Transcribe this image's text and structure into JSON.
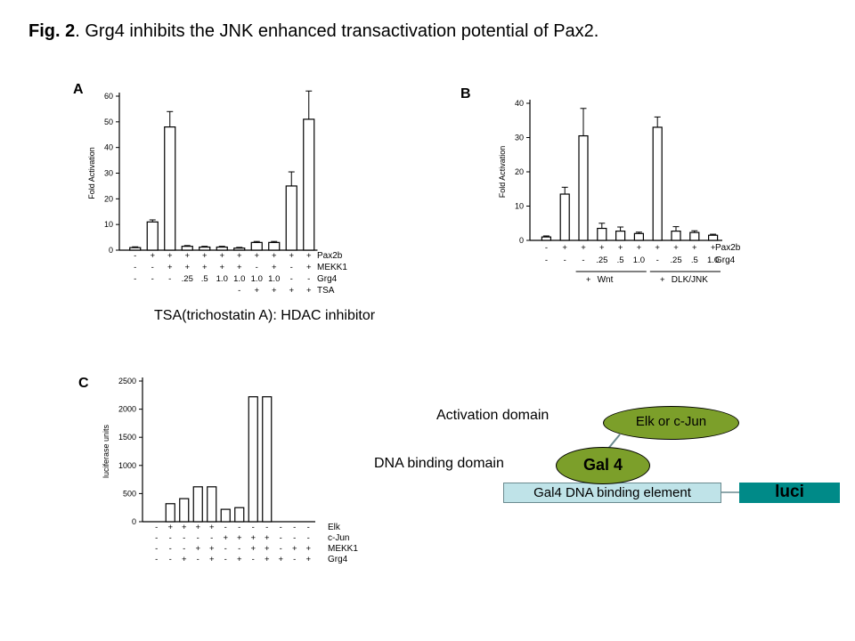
{
  "title": {
    "bold": "Fig. 2",
    "rest": ". Grg4 inhibits the JNK enhanced transactivation potential of Pax2."
  },
  "tsa_note": "TSA(trichostatin A): HDAC inhibitor",
  "chart_data": [
    {
      "panel": "A",
      "type": "bar",
      "ylabel": "Fold Activation",
      "ylim": [
        0,
        60
      ],
      "yticks": [
        0,
        10,
        20,
        30,
        40,
        50,
        60
      ],
      "values": [
        1,
        11,
        48,
        1.5,
        1.2,
        1.2,
        0.8,
        3,
        3,
        25,
        51
      ],
      "errors": [
        0.3,
        0.8,
        6,
        0.3,
        0.3,
        0.3,
        0.3,
        0.4,
        0.4,
        5.5,
        11
      ],
      "rows": [
        {
          "label": "Pax2b",
          "marks": [
            "-",
            "+",
            "+",
            "+",
            "+",
            "+",
            "+",
            "+",
            "+",
            "+",
            "+"
          ]
        },
        {
          "label": "MEKK1",
          "marks": [
            "-",
            "-",
            "+",
            "+",
            "+",
            "+",
            "+",
            "-",
            "+",
            "-",
            "+"
          ]
        },
        {
          "label": "Grg4",
          "marks": [
            "-",
            "-",
            "-",
            ".25",
            ".5",
            "1.0",
            "1.0",
            "1.0",
            "1.0",
            "-",
            "-"
          ]
        },
        {
          "label": "TSA",
          "marks": [
            "",
            "",
            "",
            "",
            "",
            "",
            "-",
            "+",
            "+",
            "+",
            "+"
          ]
        }
      ]
    },
    {
      "panel": "B",
      "type": "bar",
      "ylabel": "Fold Activation",
      "ylim": [
        0,
        40
      ],
      "yticks": [
        0,
        10,
        20,
        30,
        40
      ],
      "values": [
        1,
        13.5,
        30.5,
        3.5,
        2.7,
        2,
        33,
        2.7,
        2.3,
        1.5
      ],
      "errors": [
        0.3,
        2,
        8,
        1.5,
        1.2,
        0.4,
        3,
        1.3,
        0.5,
        0.3
      ],
      "rows": [
        {
          "label": "Pax2b",
          "marks": [
            "-",
            "+",
            "+",
            "+",
            "+",
            "+",
            "+",
            "+",
            "+",
            "+"
          ]
        },
        {
          "label": "Grg4",
          "marks": [
            "-",
            "-",
            "-",
            ".25",
            ".5",
            "1.0",
            "-",
            ".25",
            ".5",
            "1.0"
          ]
        }
      ],
      "groups": [
        {
          "label": "Wnt",
          "sign": "+",
          "from": 2,
          "to": 5
        },
        {
          "label": "DLK/JNK",
          "sign": "+",
          "from": 6,
          "to": 9
        }
      ]
    },
    {
      "panel": "C",
      "type": "bar",
      "ylabel": "luciferase units",
      "ylim": [
        0,
        2500
      ],
      "yticks": [
        0,
        500,
        1000,
        1500,
        2000,
        2500
      ],
      "values": [
        0,
        320,
        410,
        620,
        620,
        220,
        250,
        2220,
        2220,
        0,
        0,
        0
      ],
      "rows": [
        {
          "label": "Elk",
          "marks": [
            "-",
            "+",
            "+",
            "+",
            "+",
            "-",
            "-",
            "-",
            "-",
            "-",
            "-",
            "-"
          ]
        },
        {
          "label": "c-Jun",
          "marks": [
            "-",
            "-",
            "-",
            "-",
            "-",
            "+",
            "+",
            "+",
            "+",
            "-",
            "-",
            "-"
          ]
        },
        {
          "label": "MEKK1",
          "marks": [
            "-",
            "-",
            "-",
            "+",
            "+",
            "-",
            "-",
            "+",
            "+",
            "-",
            "+",
            "+"
          ]
        },
        {
          "label": "Grg4",
          "marks": [
            "-",
            "-",
            "+",
            "-",
            "+",
            "-",
            "+",
            "-",
            "+",
            "+",
            "-",
            "+"
          ]
        }
      ]
    }
  ],
  "diagram": {
    "activation_domain": "Activation domain",
    "dna_binding_domain": "DNA binding domain",
    "elk_or_cjun": "Elk or c-Jun",
    "gal4": "Gal 4",
    "element": "Gal4 DNA binding element",
    "luci": "luci",
    "colors": {
      "protein": "#7c9f2a",
      "element": "#bfe3e8",
      "reporter": "#008a88"
    }
  }
}
